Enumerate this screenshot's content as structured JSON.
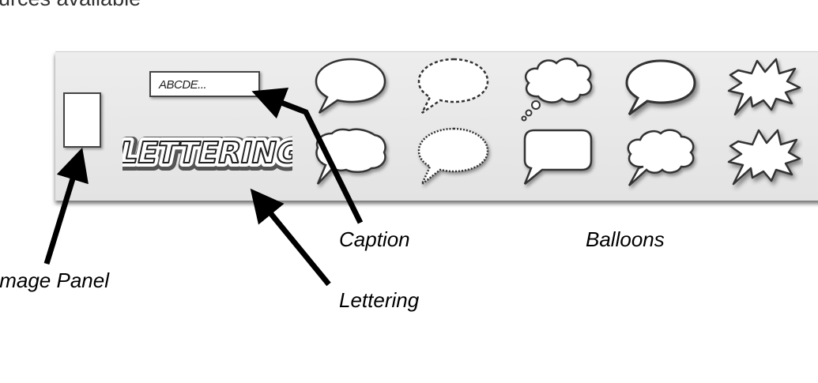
{
  "header_fragment": "urces available",
  "toolbar": {
    "caption_sample_text": "ABCDE...",
    "lettering_sample_text": "LETTERING",
    "balloon_tools": [
      {
        "name": "balloon-oval"
      },
      {
        "name": "balloon-dashed-whisper"
      },
      {
        "name": "balloon-cloud-thought"
      },
      {
        "name": "balloon-oval-shadowed"
      },
      {
        "name": "balloon-burst"
      },
      {
        "name": "balloon-wobbly"
      },
      {
        "name": "balloon-scalloped"
      },
      {
        "name": "balloon-rounded-rect"
      },
      {
        "name": "balloon-cloud"
      },
      {
        "name": "balloon-burst-shadowed"
      }
    ]
  },
  "labels": {
    "image_panel": "Image Panel",
    "caption": "Caption",
    "lettering": "Lettering",
    "balloons": "Balloons"
  },
  "colors": {
    "toolbar_background": "#e8e8e8",
    "outline": "#444444",
    "arrow": "#000000"
  }
}
